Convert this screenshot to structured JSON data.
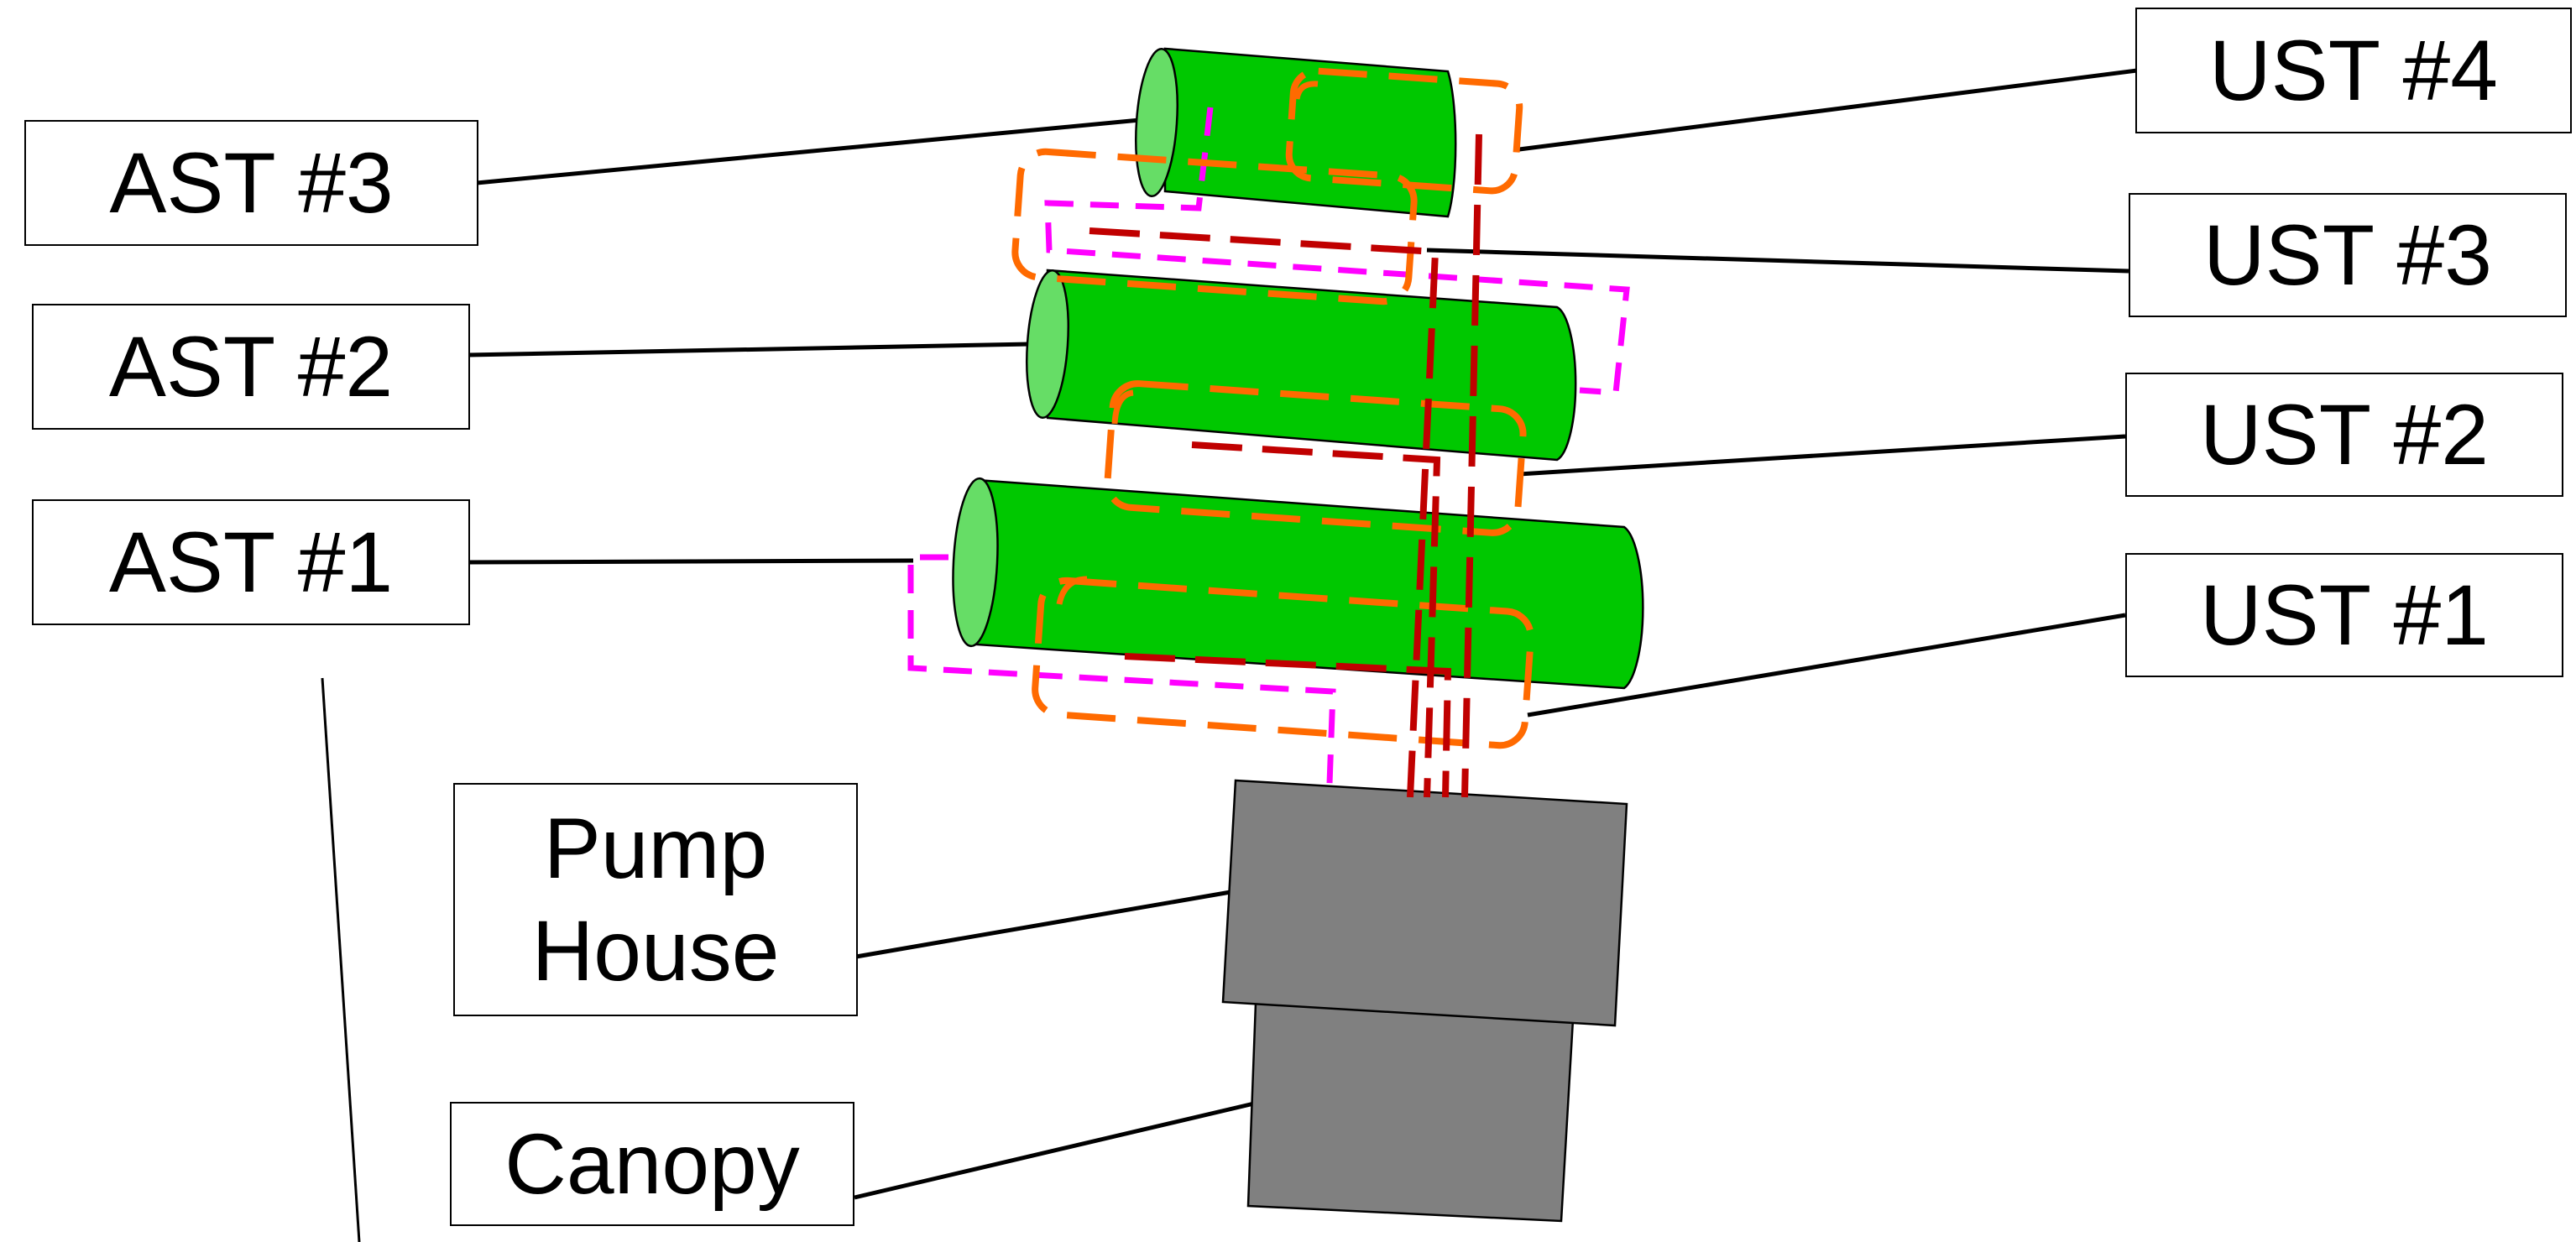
{
  "labels": {
    "ast3": "AST #3",
    "ast2": "AST #2",
    "ast1": "AST #1",
    "ust4": "UST #4",
    "ust3": "UST #3",
    "ust2": "UST #2",
    "ust1": "UST #1",
    "pump_house": "Pump\nHouse",
    "canopy": "Canopy"
  },
  "colors": {
    "tank_body": "#00c800",
    "tank_end": "#66dd66",
    "building": "#808080",
    "ust_outline": "#ff6a00",
    "pipe_red": "#c00000",
    "pipe_magenta": "#ff00ff",
    "leader_line": "#000000"
  }
}
